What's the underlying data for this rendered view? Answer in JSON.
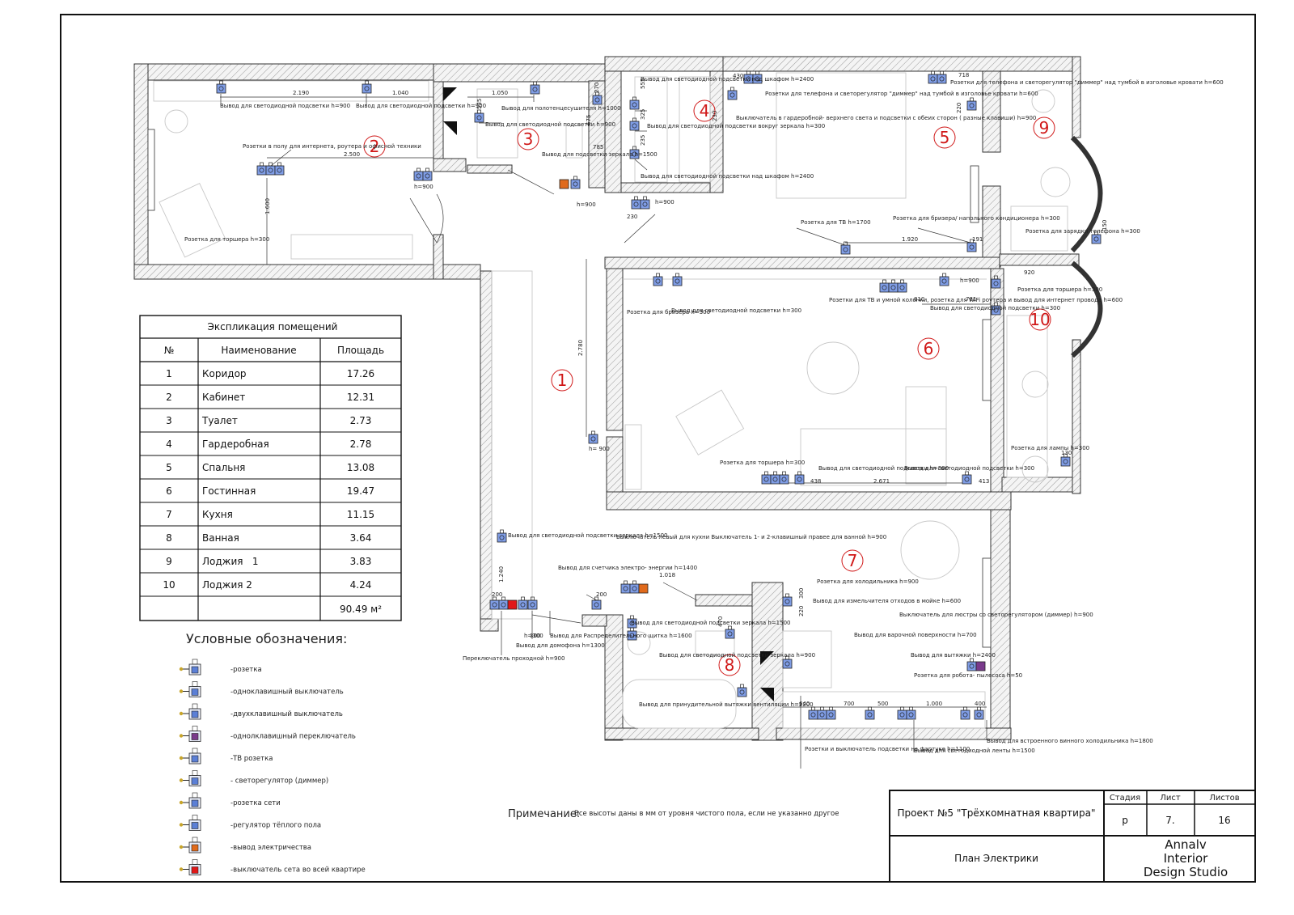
{
  "plan": {
    "rooms": [
      {
        "num": "1"
      },
      {
        "num": "2"
      },
      {
        "num": "3"
      },
      {
        "num": "4"
      },
      {
        "num": "5"
      },
      {
        "num": "6"
      },
      {
        "num": "7"
      },
      {
        "num": "8"
      },
      {
        "num": "9"
      },
      {
        "num": "10"
      }
    ],
    "dimensions": [
      "2.190",
      "1.040",
      "2.500",
      "1.600",
      "1.050",
      "535",
      "270",
      "675",
      "785",
      "555",
      "325",
      "235",
      "230",
      "2.780",
      "430",
      "718",
      "220",
      "1.920",
      "191",
      "150",
      "920",
      "810",
      "781",
      "438",
      "2.671",
      "413",
      "130",
      "1.240",
      "200",
      "300",
      "200",
      "1.018",
      "470",
      "300",
      "220",
      "640",
      "700",
      "500",
      "1.000",
      "400",
      "230"
    ],
    "labels": {
      "l01": "Вывод для светодиодной подсветки h=900",
      "l02": "Вывод для светодиодной подсветки h=900",
      "l03": "Розетки в полу для интернета, роутера и офисной техники",
      "l04": "Розетка для торшера h=300",
      "l05": "Вывод для полотенцесушителя h=1000",
      "l06": "Вывод для светодиодной подсветки h=900",
      "l07": "Вывод для подсветки зеркала h=1500",
      "l08": "Вывод для светодиодной подсветки над шкафом h=2400",
      "l09": "Вывод для светодиодной подсветки вокруг зеркала h=300",
      "l10": "Вывод для светодиодной подсветки над шкафом h=2400",
      "l11": "Розетки для телефона и светорегулятор \"диммер\" над тумбой в изголовье кровати h=600",
      "l12": "Выключатель в гардеробной- верхнего света и подсветки с обеих сторон ( разные клавиши) h=900",
      "l13": "Розетки для телефона и светорегулятор \"диммер\" над тумбой в изголовье кровати h=600",
      "l14": "Розетка для ТВ h=1700",
      "l15": "Розетка для бризера/ напольного кондиционера h=300",
      "l16": "Розетка для зарядки телефона h=300",
      "l17": "Розетка для торшера h=300",
      "l18": "Розетка для бризера h=300",
      "l19": "Вывод для светодиодной подсветки h=300",
      "l20": "Розетки для ТВ и умной колонки, розетка для WiFi роутера и вывод для интернет провода h=600",
      "l21": "Вывод для светодиодной подсветки h=300",
      "l22": "Розетка для торшера h=300",
      "l23": "Вывод для светодиодной подсветки h=300",
      "l24": "Вывод для светодиодной подсветки h=300",
      "l25": "Розетка для лампы h=300",
      "l26": "Вывод для светодиодной подсветки зеркала h=1500",
      "l27": "Выключатель левый для кухни Выключатель 1- и 2-клавишный правее для ванной h=900",
      "l28": "Вывод для счетчика электро- энергии h=1400",
      "l29": "Переключатель проходной h=900",
      "l30": "Вывод для домофона h=1300",
      "l31": "Вывод для Распределительного щитка h=1600",
      "l32": "Вывод для светодиодной подсветки зеркала h=1500",
      "l33": "Вывод для светодиодной подсветки зеркала h=900",
      "l34": "Вывод для принудительной вытяжки вентиляции h=2200",
      "l35": "Розетка для холодильника h=900",
      "l36": "Вывод для измельчителя отходов в мойке h=600",
      "l37": "Выключатель для люстры со светорегулятором (диммер) h=900",
      "l38": "Вывод для варочной поверхности h=700",
      "l39": "Вывод для вытяжки h=2400",
      "l40": "Розетка для робота- пылесоса h=50",
      "l41": "Розетки и выключатель подсветки на фартуке h=1100",
      "l42": "Вывод для светодиодной ленты h=1500",
      "l43": "Вывод для встроенного винного холодильника h=1800",
      "l44": "h=900",
      "l45": "h=900",
      "l46": "h=900",
      "l47": "h=900",
      "l48": "h= 900",
      "l49": "h=300"
    }
  },
  "explication": {
    "title": "Экспликация помещений",
    "headers": [
      "№",
      "Наименование",
      "Площадь"
    ],
    "rows": [
      [
        "1",
        "Коридор",
        "17.26"
      ],
      [
        "2",
        "Кабинет",
        "12.31"
      ],
      [
        "3",
        "Туалет",
        "2.73"
      ],
      [
        "4",
        "Гардеробная",
        "2.78"
      ],
      [
        "5",
        "Спальня",
        "13.08"
      ],
      [
        "6",
        "Гостинная",
        "19.47"
      ],
      [
        "7",
        "Кухня",
        "11.15"
      ],
      [
        "8",
        "Ванная",
        "3.64"
      ],
      [
        "9",
        "Лоджия   1",
        "3.83"
      ],
      [
        "10",
        "Лоджия 2",
        "4.24"
      ]
    ],
    "total": "90.49 м²"
  },
  "legend": {
    "title": "Условные обозначения:",
    "items": [
      {
        "icon": "outlet-icon",
        "label": "-розетка",
        "color": "#5b7fd6"
      },
      {
        "icon": "one-key-switch-icon",
        "label": "-одноклавишный выключатель",
        "color": "#5b7fd6"
      },
      {
        "icon": "two-key-switch-icon",
        "label": "-двухклавишный выключатель",
        "color": "#5b7fd6"
      },
      {
        "icon": "one-key-toggle-switch-icon",
        "label": "-однолклавишный переключатель",
        "color": "#7a3a8c"
      },
      {
        "icon": "tv-outlet-icon",
        "label": "-ТВ розетка",
        "color": "#5b7fd6"
      },
      {
        "icon": "dimmer-icon",
        "label": "- светорегулятор (диммер)",
        "color": "#5b7fd6"
      },
      {
        "icon": "network-outlet-icon",
        "label": "-розетка сети",
        "color": "#5b7fd6"
      },
      {
        "icon": "floor-heating-regulator-icon",
        "label": "-регулятор тёплого пола",
        "color": "#5b7fd6"
      },
      {
        "icon": "power-outlet-lead-icon",
        "label": "-вывод электричества",
        "color": "#e06a1c"
      },
      {
        "icon": "master-switch-icon",
        "label": "-выключатель сета во всей квартире",
        "color": "#e01818"
      }
    ]
  },
  "note": {
    "title": "Примечание:",
    "text": "Все высоты даны в мм от уровня чистого пола, если не указанно другое"
  },
  "title_block": {
    "project": "Проект №5 \"Трёхкомнатная квартира\"",
    "sheet_name": "План Электрики",
    "stage_label": "Стадия",
    "sheet_label": "Лист",
    "sheets_label": "Листов",
    "stage": "р",
    "sheet": "7.",
    "sheets": "16",
    "studio_line1": "Annalv",
    "studio_line2": "Interior",
    "studio_line3": "Design Studio"
  }
}
